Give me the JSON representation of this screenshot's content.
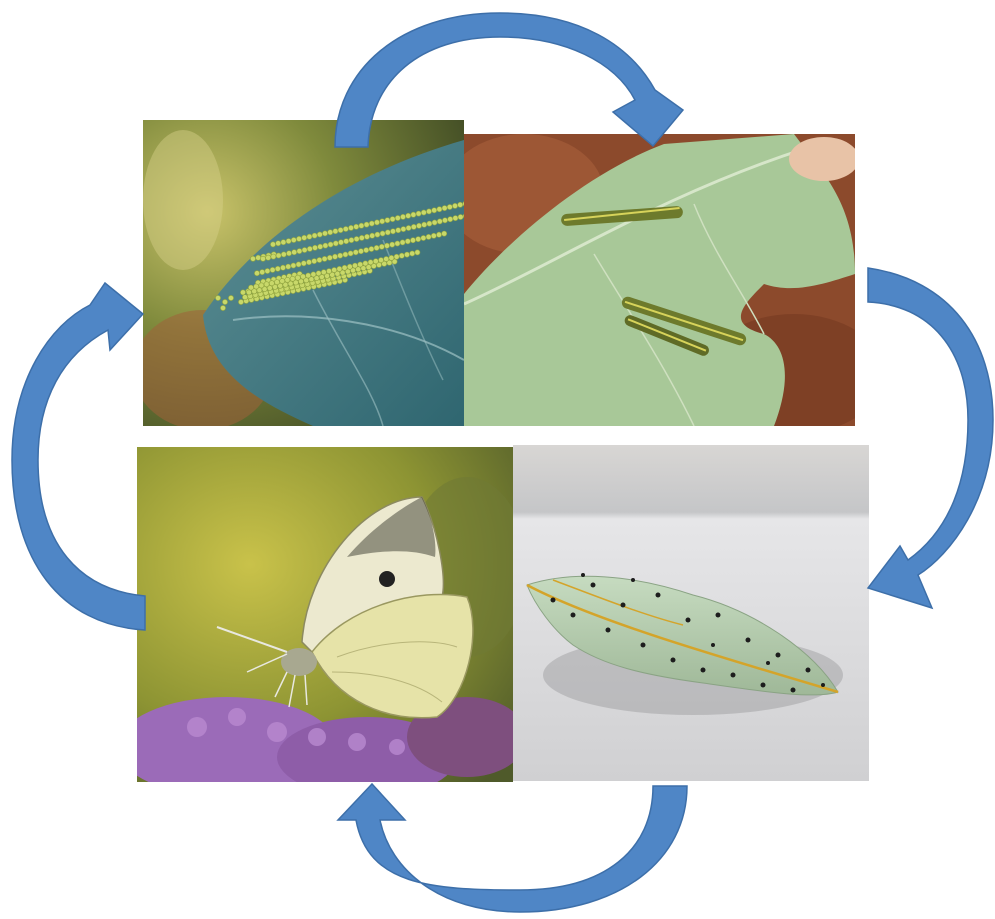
{
  "diagram": {
    "type": "life-cycle",
    "stages": [
      {
        "id": "eggs",
        "photo": "egg-cluster-on-leaf"
      },
      {
        "id": "larva",
        "photo": "caterpillars-on-leaf"
      },
      {
        "id": "pupa",
        "photo": "chrysalis"
      },
      {
        "id": "adult",
        "photo": "white-butterfly-on-flower"
      }
    ],
    "flow": [
      "eggs",
      "larva",
      "pupa",
      "adult",
      "eggs"
    ],
    "colors": {
      "arrow": "#4f86c6",
      "arrow_edge": "#3d6fa9",
      "background": "#ffffff"
    }
  }
}
